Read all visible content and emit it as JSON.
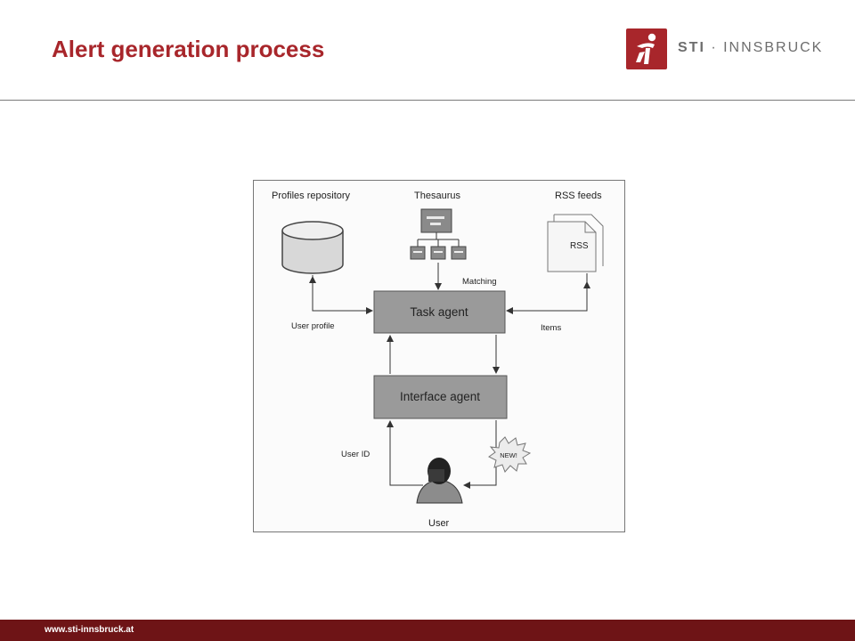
{
  "slide": {
    "title": "Alert generation process",
    "footer_url": "www.sti-innsbruck.at"
  },
  "logo": {
    "brand": "STI",
    "separator": " · ",
    "suffix": "INNSBRUCK",
    "mark_icon": "sti-figure-icon",
    "color": "#a8262b"
  },
  "diagram": {
    "profiles_repository": "Profiles repository",
    "thesaurus": "Thesaurus",
    "rss_feeds": "RSS feeds",
    "rss_doc_label": "RSS",
    "matching": "Matching",
    "task_agent": "Task agent",
    "user_profile": "User profile",
    "items": "Items",
    "interface_agent": "Interface agent",
    "user_id": "User ID",
    "new_badge": "NEW!",
    "user": "User"
  },
  "colors": {
    "title": "#a8262b",
    "footer": "#6e1416",
    "agent_box": "#9a9a9a"
  }
}
